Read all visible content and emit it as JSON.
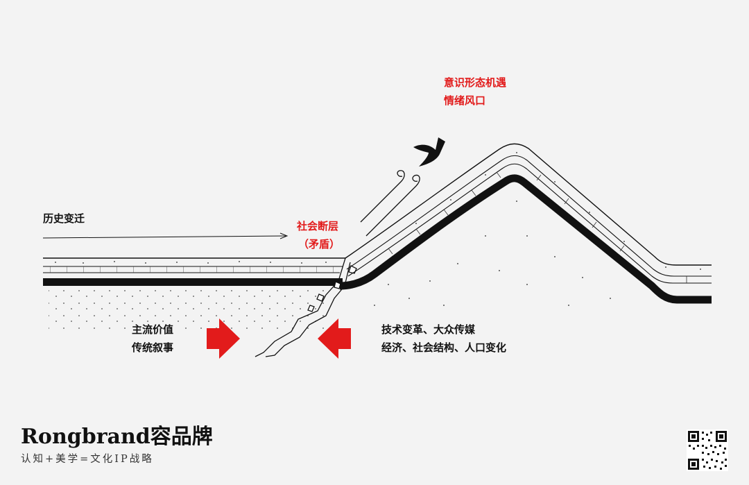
{
  "diagram": {
    "history_label": "历史变迁",
    "fault_label": [
      "社会断层",
      "（矛盾）"
    ],
    "opportunity_label": [
      "意识形态机遇",
      "情绪风口"
    ],
    "left_forces": [
      "主流价值",
      "传统叙事"
    ],
    "right_forces": [
      "技术变革、大众传媒",
      "经济、社会结构、人口变化"
    ],
    "arrow_color": "#e21b1b",
    "accent_color": "#e21b1b"
  },
  "brand": {
    "name": "Rongbrand容品牌",
    "tagline": "认知+美学=文化IP战略"
  },
  "icons": [
    "bird-icon",
    "wind-swirl-icon",
    "qr-code-icon",
    "arrow-right-icon",
    "arrow-left-icon"
  ]
}
